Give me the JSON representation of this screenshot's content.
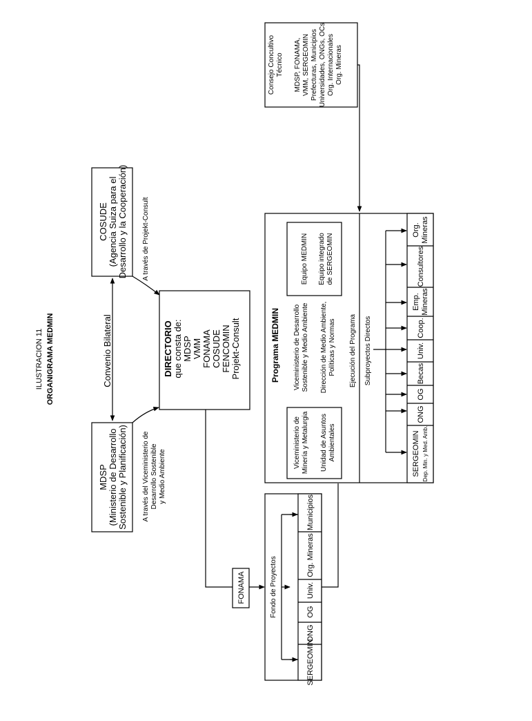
{
  "title": {
    "line1": "ILUSTRACION 11",
    "line2": "ORGANIGRAMA MEDMIN"
  },
  "mdsp": {
    "line1": "MDSP",
    "line2": "(Ministerio de Desarrollo",
    "line3": "Sostenible y Planificación)"
  },
  "cosude": {
    "line1": "COSUDE",
    "line2": "(Agencia Suiza para el",
    "line3": "Desarrollo y la Cooperación)"
  },
  "convenio": "Convenio Bilateral",
  "via_projekt": "A través de Projekt-Consult",
  "via_vice": {
    "line1": "A través del Viceministerio de",
    "line2": "Desarrollo Sostenible",
    "line3": "y Medio Ambiente"
  },
  "directorio": {
    "title": "DIRECTORIO",
    "subtitle": "que consta de:",
    "members": [
      "MDSP",
      "VMM",
      "FONAMA",
      "COSUDE",
      "FENCOMIN",
      "Projekt-Consult"
    ]
  },
  "consejo": {
    "lines": [
      "Consejo Concultivo",
      "Técnico",
      "",
      "MDSP, FONAMA,",
      "VMM, SERGEOMIN",
      "Prefecturas, Municipios",
      "Universidades, ONGs, OCs",
      "Org. Internacionales",
      "Org. Mineras"
    ]
  },
  "fonama": "FONAMA",
  "fondo": {
    "label": "Fondo de Proyectos",
    "cells": [
      "SERGEOMIN",
      "ONG",
      "OG",
      "Univ.",
      "Org. Mineras",
      "Municipios"
    ]
  },
  "programa": {
    "title": "Programa MEDMIN",
    "box1": {
      "line1": "Viceministerio de",
      "line2": "Minería y Metalurgia",
      "line3": "Unidad de Asuntos",
      "line4": "Ambientales"
    },
    "col2": {
      "line1": "Viceministerio de Desarrollo",
      "line2": "Sostenible y Medio Ambiente",
      "line3": "Dirección de Medio Ambiente,",
      "line4": "Políticas y Normas"
    },
    "box3": {
      "line1": "Equipo MEDMIN",
      "line2": "Equipo integrado",
      "line3": "de SERGEOMIN"
    },
    "ejecucion": "Ejecución del Programa",
    "subproyectos": "Subproyectos Directos",
    "cells": [
      {
        "line1": "SERGEOMIN",
        "line2": "Dep. Min. y Med. Amb."
      },
      {
        "line1": "ONG"
      },
      {
        "line1": "OG"
      },
      {
        "line1": "Becas"
      },
      {
        "line1": "Univ."
      },
      {
        "line1": "Coop."
      },
      {
        "line1": "Emp.",
        "line2": "Mineras"
      },
      {
        "line1": "Consultores"
      },
      {
        "line1": "Org.",
        "line2": "Mineras"
      }
    ]
  }
}
